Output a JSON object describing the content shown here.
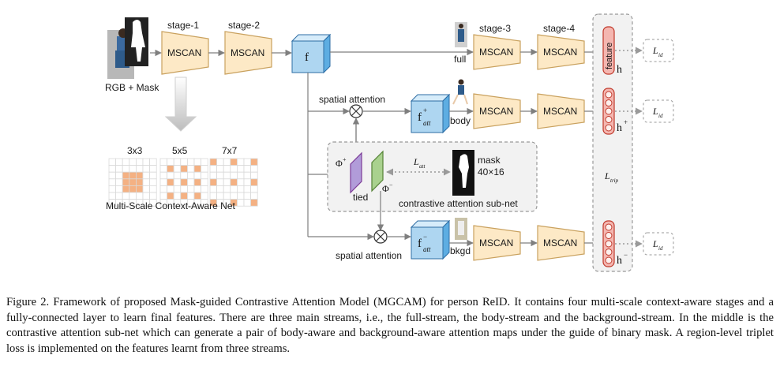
{
  "figure": {
    "input_label": "RGB + Mask",
    "stage_labels": [
      "stage-1",
      "stage-2",
      "stage-3",
      "stage-4"
    ],
    "mscan_label": "MSCAN",
    "f_label": "f",
    "stream_labels": {
      "full": "full",
      "body": "body",
      "bkgd": "bkgd"
    },
    "spatial_attention": "spatial attention",
    "f_att_plus": "f",
    "f_att_minus": "f",
    "att_sub": "att",
    "feature_label": "feature",
    "h_labels": [
      "h",
      "h",
      "h"
    ],
    "h_sups": [
      "+",
      "−"
    ],
    "l_id": "L",
    "l_id_sub": "id",
    "l_trip": "L",
    "l_trip_sub": "trip",
    "phi_plus": "Φ",
    "phi_minus": "Φ",
    "plus": "+",
    "minus": "−",
    "tied": "tied",
    "l_att": "L",
    "l_att_sub": "att",
    "mask_label": "mask",
    "mask_size": "40×16",
    "contrastive_label": "contrastive attention sub-net",
    "kernel_labels": [
      "3x3",
      "5x5",
      "7x7"
    ],
    "multiscale_label": "Multi-Scale Context-Aware Net",
    "colors": {
      "mscan_fill": "#fde9c6",
      "mscan_stroke": "#c9a15e",
      "cube_front": "#aed6f1",
      "cube_top": "#d6ecfa",
      "cube_side": "#5dade2",
      "feature_fill": "#f4b6b0",
      "feature_stroke": "#c0392b",
      "attn_plus": "#b19cd9",
      "attn_minus": "#a9d18e",
      "grid_orange": "#f4b183",
      "grid_line": "#d9d9d9",
      "panel_fill": "#f2f2f2",
      "panel_stroke": "#999999"
    }
  },
  "caption": "Figure 2. Framework of proposed Mask-guided Contrastive Attention Model (MGCAM) for person ReID. It contains four multi-scale context-aware stages and a fully-connected layer to learn final features. There are three main streams, i.e., the full-stream, the body-stream and the background-stream. In the middle is the contrastive attention sub-net which can generate a pair of body-aware and background-aware attention maps under the guide of binary mask. A region-level triplet loss is implemented on the features learnt from three streams."
}
